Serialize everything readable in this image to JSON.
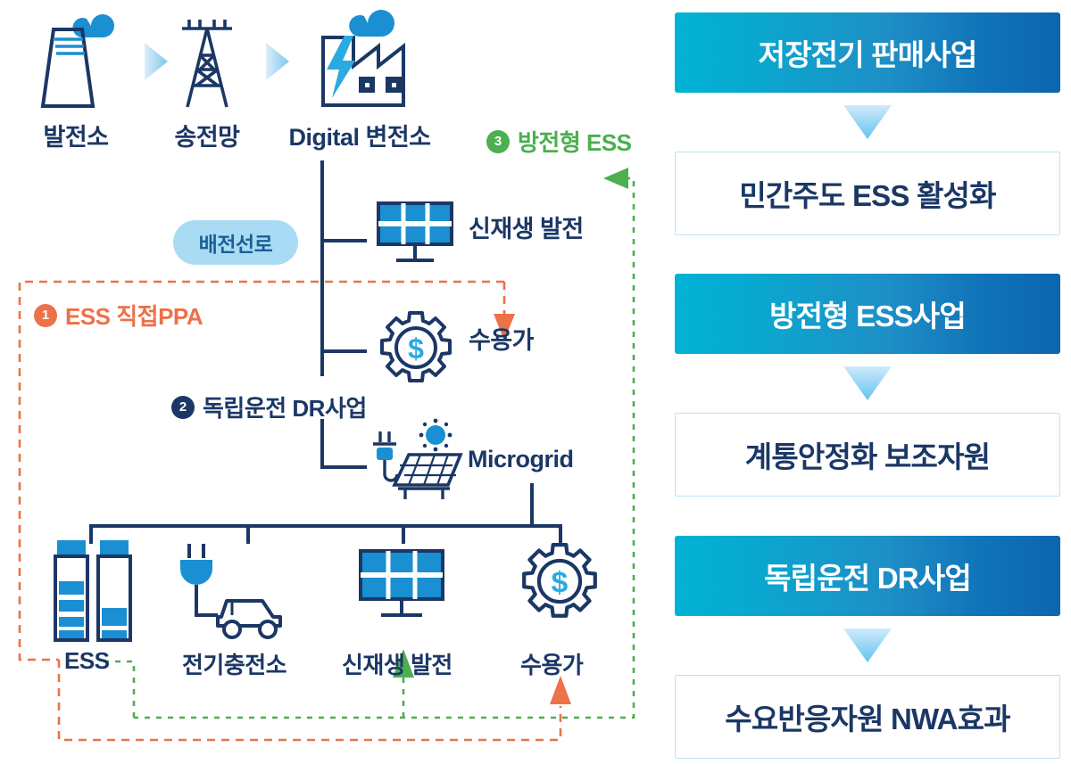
{
  "colors": {
    "navy": "#1b3765",
    "blue": "#1a8fd1",
    "cyan": "#29abe2",
    "orange": "#ed7149",
    "green": "#4caf50",
    "pill_bg": "#a9dcf4",
    "header_gradient_from": "#00b3d4",
    "header_gradient_to": "#0b66ae"
  },
  "top_flow": {
    "nodes": [
      {
        "label": "발전소",
        "icon": "power-plant-icon"
      },
      {
        "label": "송전망",
        "icon": "transmission-tower-icon"
      },
      {
        "label": "Digital 변전소",
        "icon": "digital-substation-icon"
      }
    ],
    "connector_icon": "chevron-right-icon"
  },
  "diagram": {
    "distribution_pill": "배전선로",
    "bus_branches": [
      {
        "label": "신재생 발전",
        "icon": "solar-panel-icon"
      },
      {
        "label": "수용가",
        "icon": "gear-dollar-icon"
      }
    ],
    "microgrid": {
      "label": "Microgrid",
      "icon": "microgrid-solar-plug-icon"
    },
    "microgrid_children": [
      {
        "label": "ESS",
        "icon": "battery-ess-icon"
      },
      {
        "label": "전기충전소",
        "icon": "ev-charging-icon"
      },
      {
        "label": "신재생 발전",
        "icon": "solar-panel-icon"
      },
      {
        "label": "수용가",
        "icon": "gear-dollar-icon"
      }
    ],
    "annotations": [
      {
        "number": "1",
        "label": "ESS 직접PPA",
        "color": "#ed7149"
      },
      {
        "number": "2",
        "label": "독립운전 DR사업",
        "color": "#1b3765"
      },
      {
        "number": "3",
        "label": "방전형 ESS",
        "color": "#4caf50"
      }
    ]
  },
  "right_panel": {
    "blocks": [
      {
        "header": "저장전기 판매사업",
        "body": "민간주도 ESS 활성화",
        "arrow_icon": "arrow-down-icon"
      },
      {
        "header": "방전형 ESS사업",
        "body": "계통안정화 보조자원",
        "arrow_icon": "arrow-down-icon"
      },
      {
        "header": "독립운전 DR사업",
        "body": "수요반응자원 NWA효과",
        "arrow_icon": "arrow-down-icon"
      }
    ]
  }
}
